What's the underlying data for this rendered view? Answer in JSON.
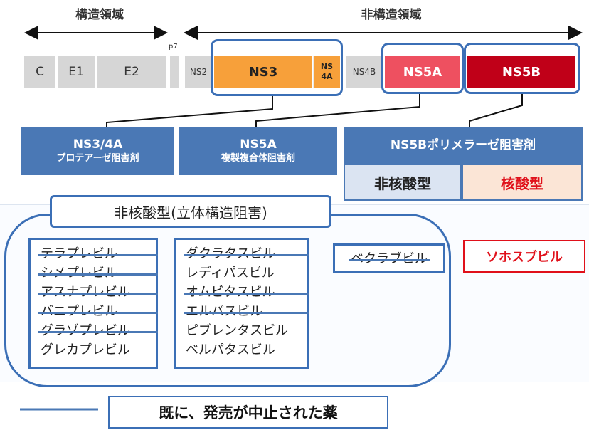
{
  "regions": {
    "structural": "構造領域",
    "nonstructural": "非構造領域"
  },
  "genome": {
    "c": "C",
    "e1": "E1",
    "e2": "E2",
    "p7": "p7",
    "ns2": "NS2",
    "ns3": "NS3",
    "ns4a_line1": "NS",
    "ns4a_line2": "4A",
    "ns4b": "NS4B",
    "ns5a": "NS5A",
    "ns5b": "NS5B"
  },
  "categories": {
    "ns34a_title": "NS3/4A",
    "ns34a_sub": "プロテアーゼ阻害剤",
    "ns5a_title": "NS5A",
    "ns5a_sub": "複製複合体阻害剤",
    "ns5b_title": "NS5Bポリメラーゼ阻害剤",
    "ns5b_nonnuc": "非核酸型",
    "ns5b_nuc": "核酸型"
  },
  "inhibitor_group": {
    "label": "非核酸型(立体構造阻害)"
  },
  "drugs": {
    "protease": [
      {
        "name": "テラプレビル",
        "discontinued": true
      },
      {
        "name": "シメプレビル",
        "discontinued": true
      },
      {
        "name": "アスナプレビル",
        "discontinued": true
      },
      {
        "name": "バニプレビル",
        "discontinued": true
      },
      {
        "name": "グラゾプレビル",
        "discontinued": true
      },
      {
        "name": "グレカプレビル",
        "discontinued": false
      }
    ],
    "ns5a": [
      {
        "name": "ダクラタスビル",
        "discontinued": true
      },
      {
        "name": "レディパスビル",
        "discontinued": false
      },
      {
        "name": "オムビタスビル",
        "discontinued": true
      },
      {
        "name": "エルバスビル",
        "discontinued": true
      },
      {
        "name": "ピブレンタスビル",
        "discontinued": false
      },
      {
        "name": "ベルパタスビル",
        "discontinued": false
      }
    ],
    "ns5b_nonnuc": {
      "name": "ベクラブビル",
      "discontinued": true
    },
    "ns5b_nuc": {
      "name": "ソホスブビル",
      "discontinued": false
    }
  },
  "legend": {
    "text": "既に、発売が中止された薬"
  },
  "colors": {
    "accent_blue": "#4a78b5",
    "ns3_orange": "#f7a03a",
    "ns5a_red": "#ee5060",
    "ns5b_darkred": "#c00018",
    "sofosbuvir_red": "#e0101a"
  }
}
